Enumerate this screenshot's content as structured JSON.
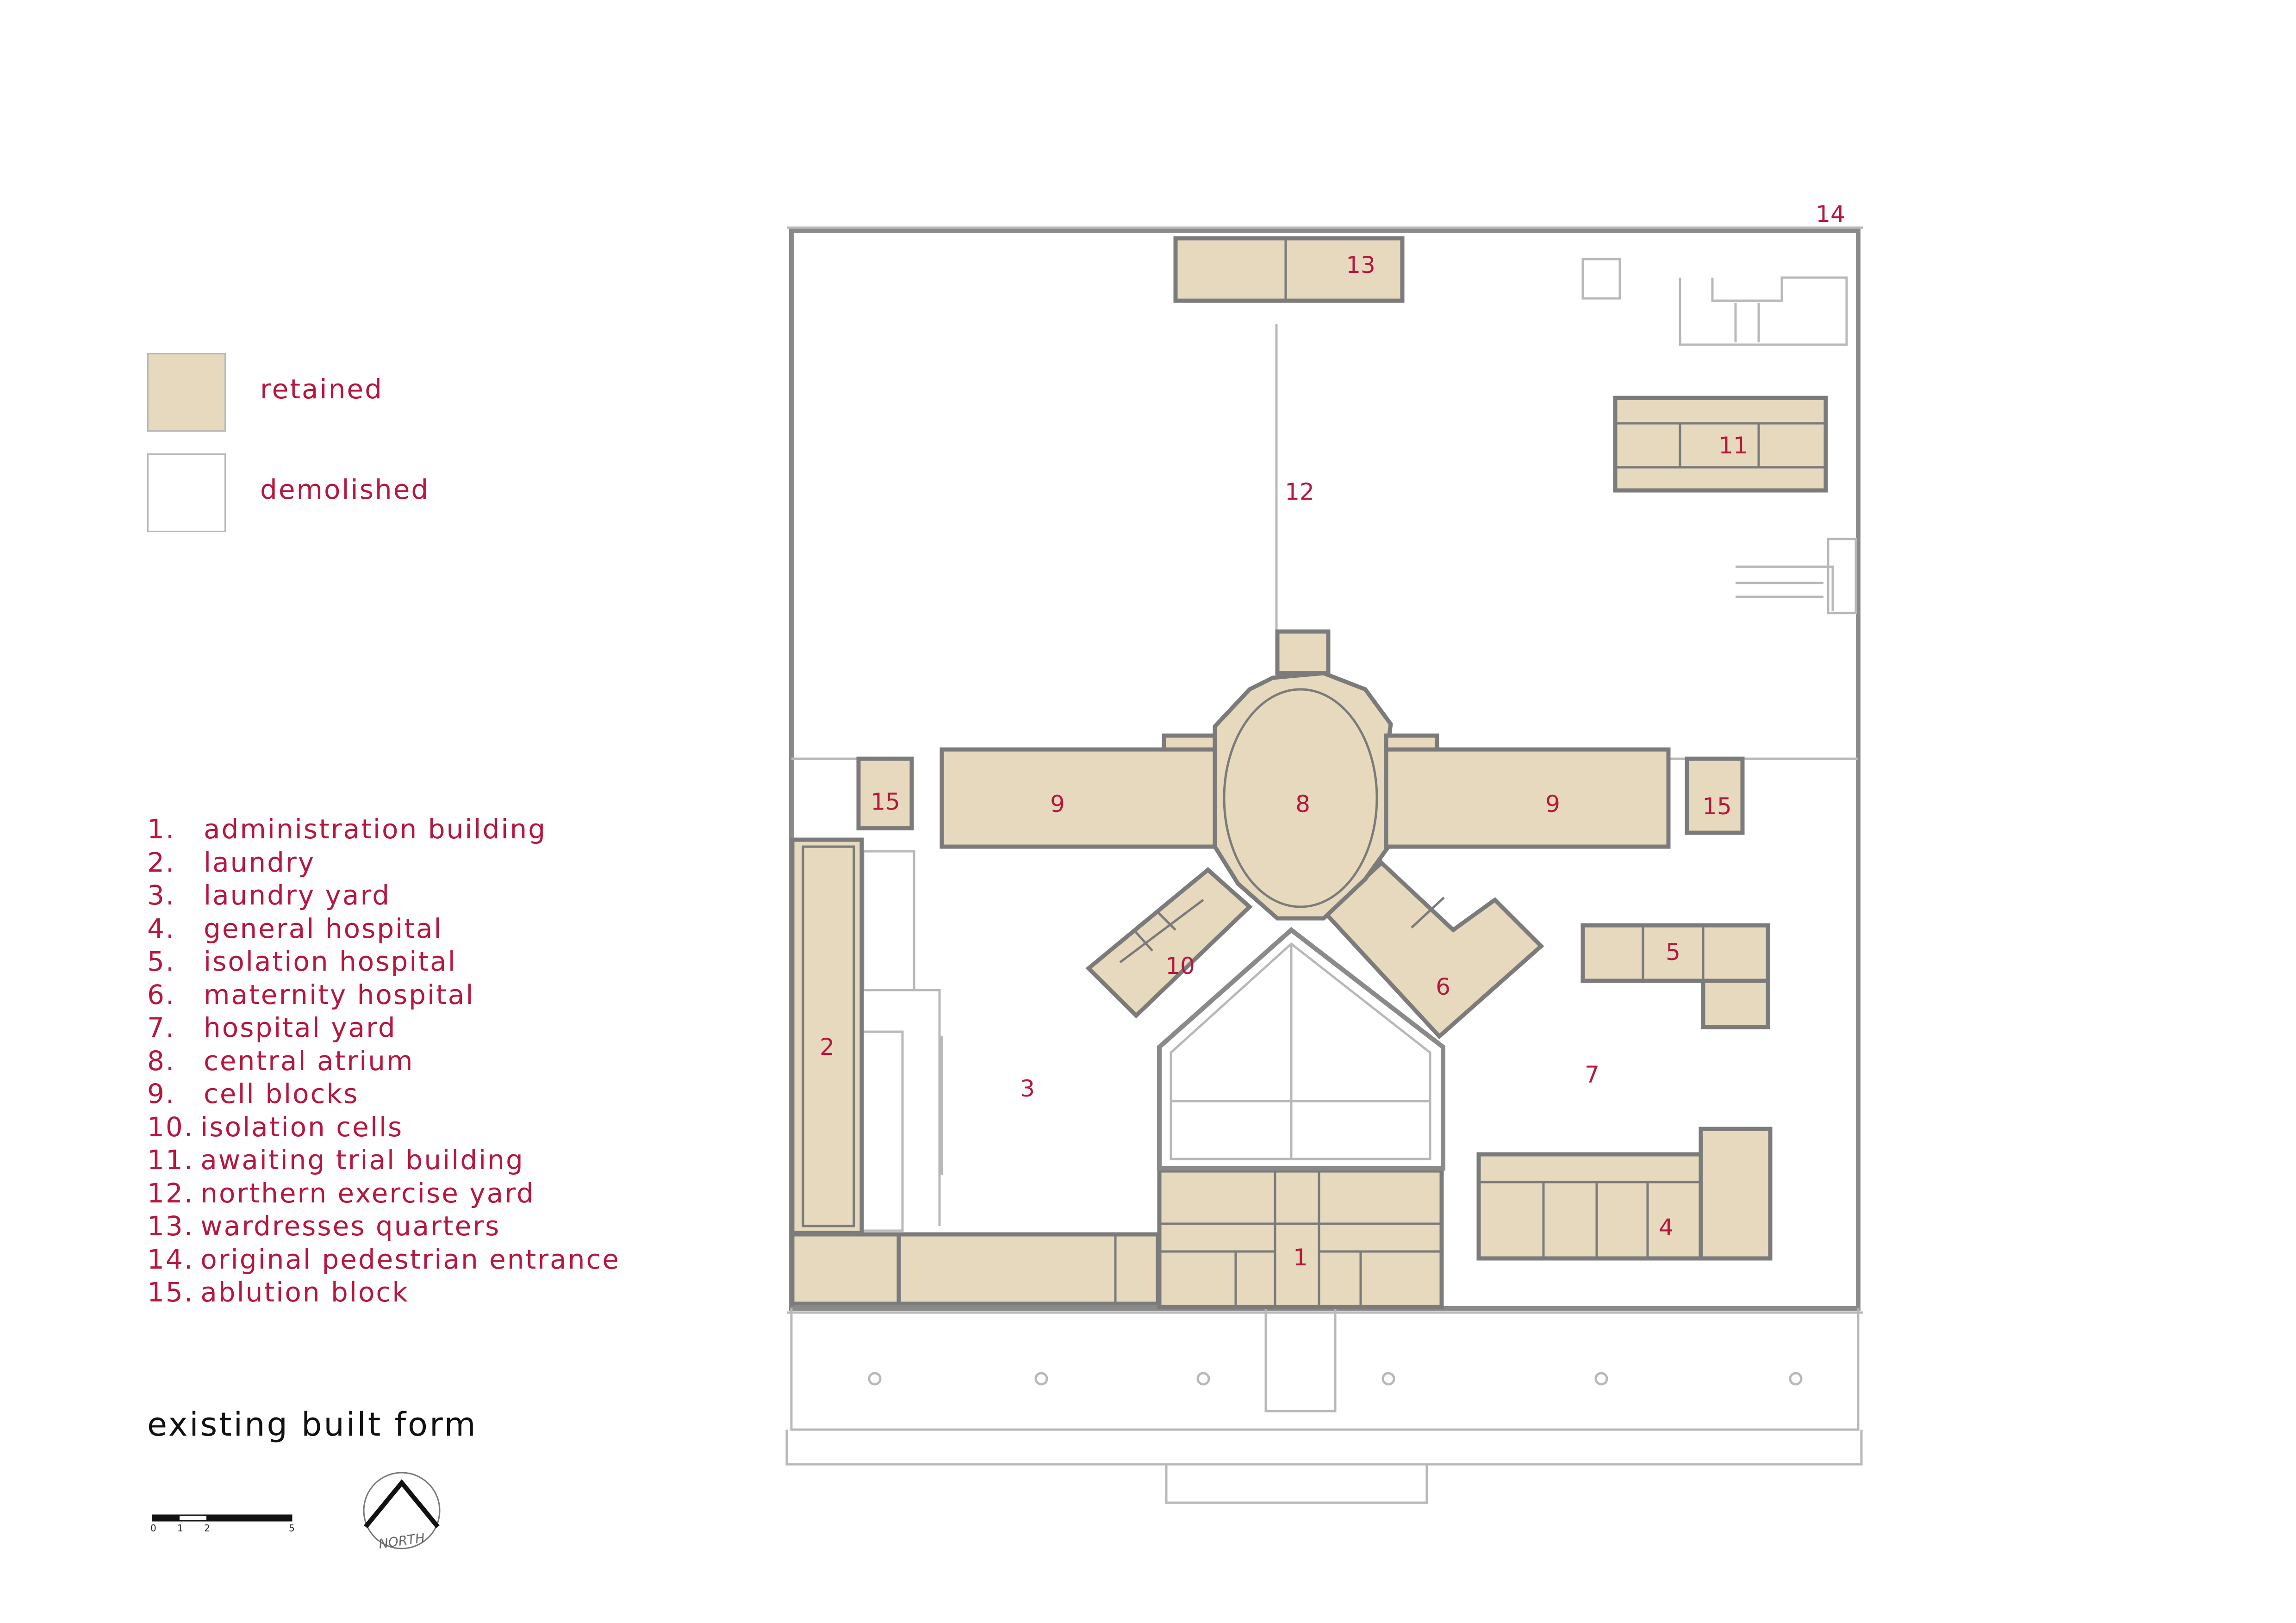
{
  "legend": {
    "items": [
      {
        "label": "retained",
        "color": "#e6d9bd"
      },
      {
        "label": "demolished",
        "color": "#ffffff"
      }
    ]
  },
  "key": {
    "items": [
      {
        "num": "1.",
        "text": "administration building"
      },
      {
        "num": "2.",
        "text": "laundry"
      },
      {
        "num": "3.",
        "text": "laundry yard"
      },
      {
        "num": "4.",
        "text": "general hospital"
      },
      {
        "num": "5.",
        "text": "isolation hospital"
      },
      {
        "num": "6.",
        "text": "maternity hospital"
      },
      {
        "num": "7.",
        "text": "hospital yard"
      },
      {
        "num": "8.",
        "text": "central atrium"
      },
      {
        "num": "9.",
        "text": "cell blocks"
      },
      {
        "num": "10.",
        "text": "isolation cells"
      },
      {
        "num": "11.",
        "text": "awaiting trial building"
      },
      {
        "num": "12.",
        "text": "northern exercise yard"
      },
      {
        "num": "13.",
        "text": "wardresses quarters"
      },
      {
        "num": "14.",
        "text": "original pedestrian entrance"
      },
      {
        "num": "15.",
        "text": "ablution block"
      }
    ]
  },
  "title": "existing built form",
  "scale_bar": {
    "ticks": [
      "0",
      "1",
      "2",
      "5"
    ]
  },
  "north_arrow": {
    "label": "NORTH"
  },
  "plan_labels": {
    "l1": "1",
    "l2": "2",
    "l3": "3",
    "l4": "4",
    "l5": "5",
    "l6": "6",
    "l7": "7",
    "l8": "8",
    "l9a": "9",
    "l9b": "9",
    "l10": "10",
    "l11": "11",
    "l12": "12",
    "l13": "13",
    "l14": "14",
    "l15a": "15",
    "l15b": "15"
  },
  "colors": {
    "retained": "#e6d9bd",
    "label_red": "#b5173f",
    "wall": "#7b7b7b"
  }
}
